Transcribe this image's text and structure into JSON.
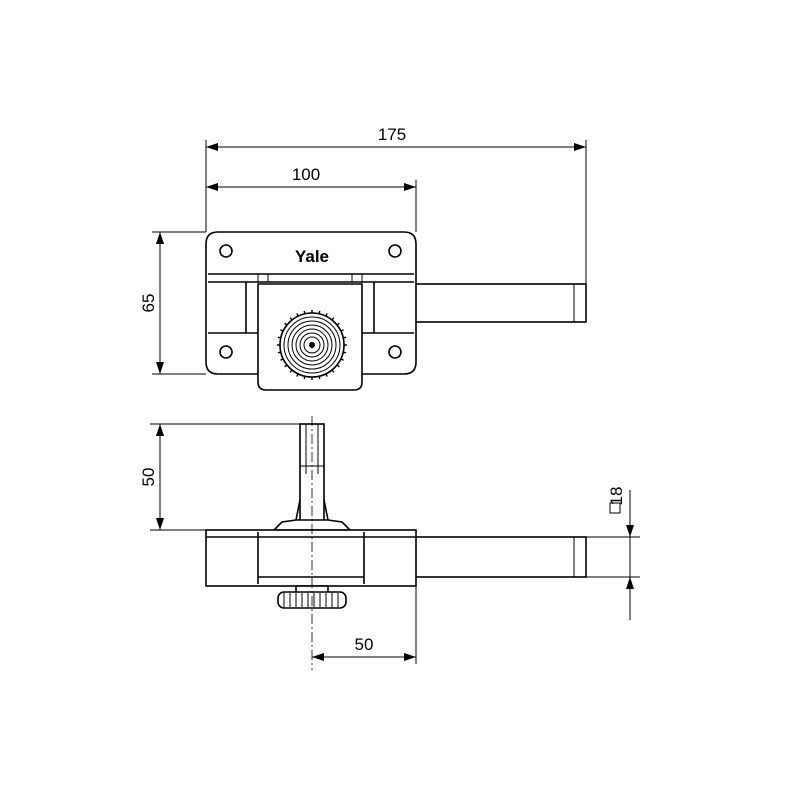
{
  "brand": "Yale",
  "dimensions": {
    "total_length": "175",
    "body_length": "100",
    "body_height": "65",
    "knob_projection": "50",
    "knob_offset": "50",
    "bolt_square": "18"
  }
}
